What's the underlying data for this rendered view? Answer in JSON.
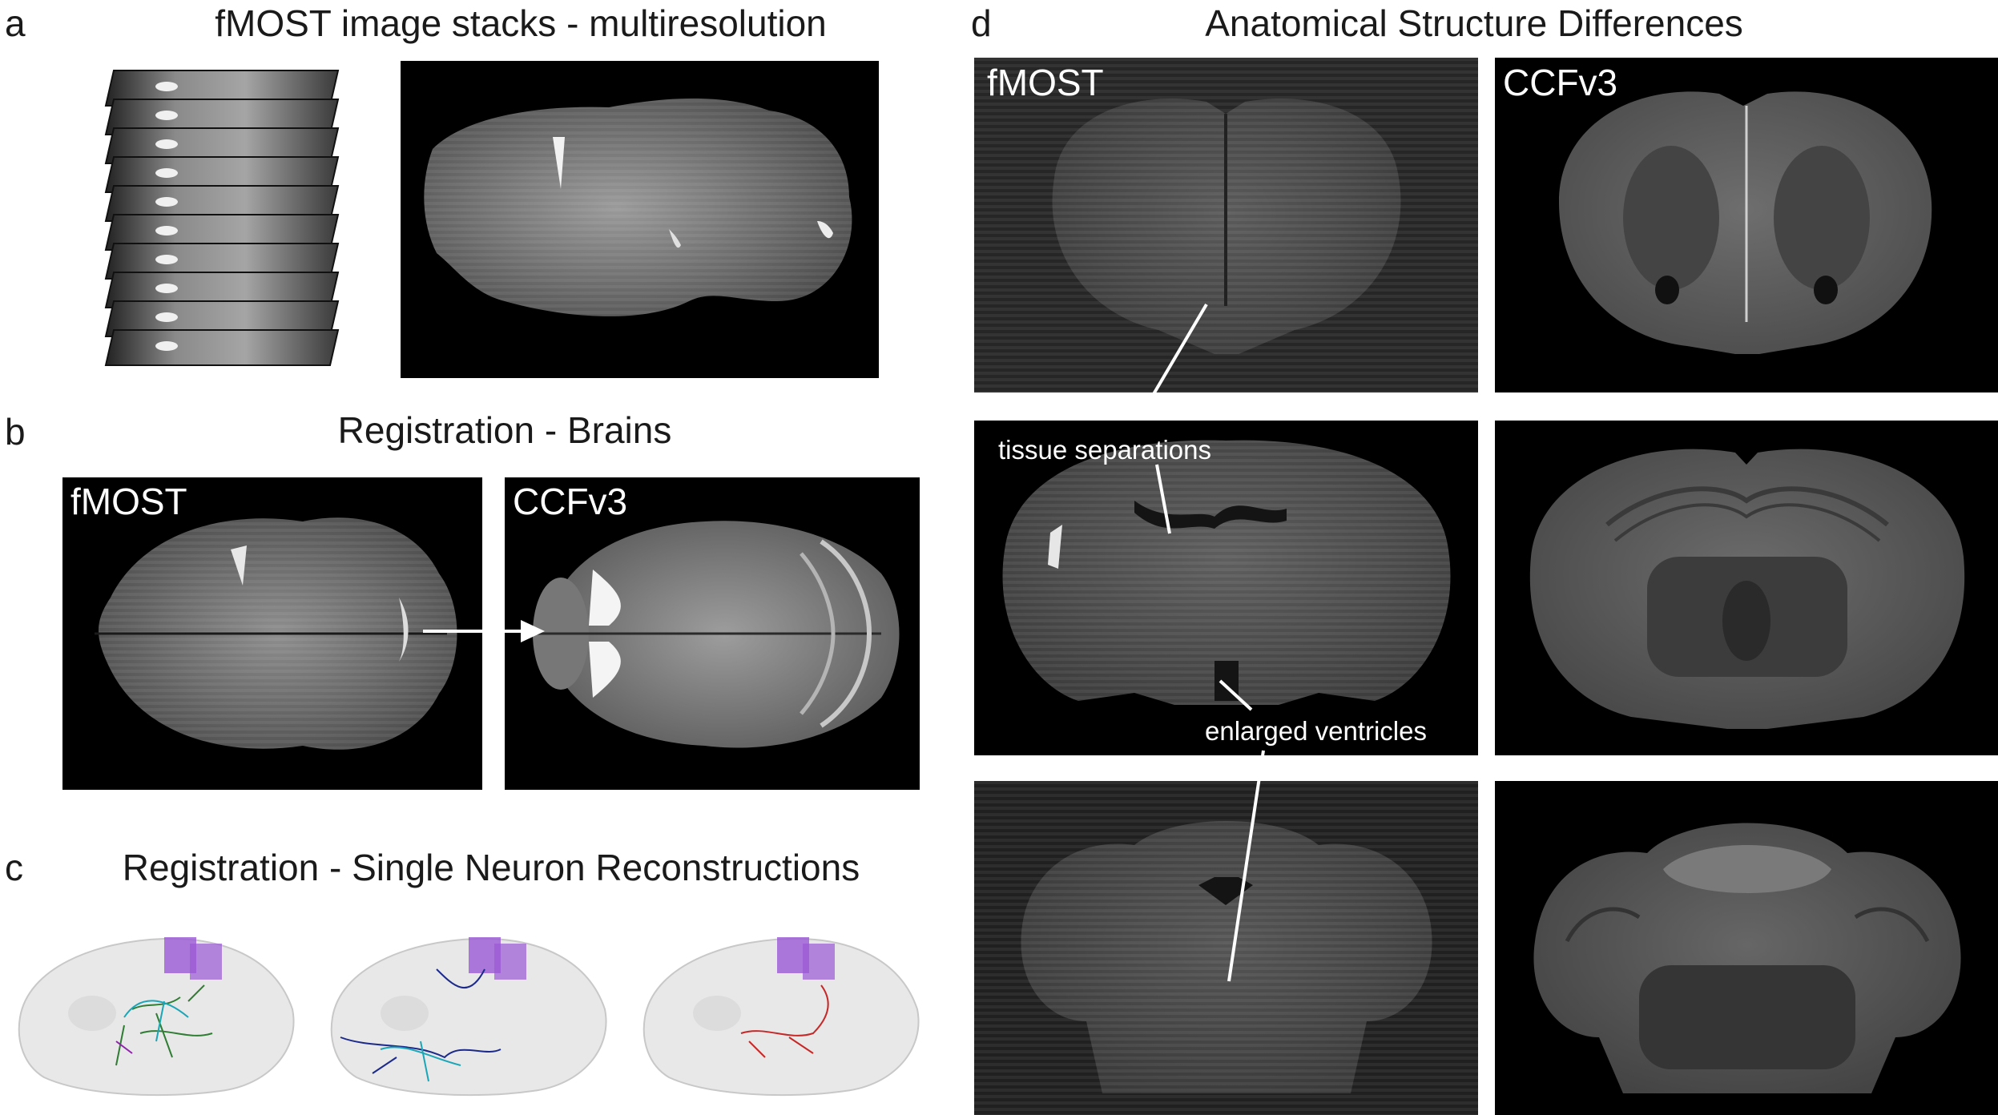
{
  "panels": {
    "a": {
      "letter": "a",
      "title": "fMOST image stacks - multiresolution"
    },
    "b": {
      "letter": "b",
      "title": "Registration - Brains",
      "left_label": "fMOST",
      "right_label": "CCFv3"
    },
    "c": {
      "letter": "c",
      "title": "Registration - Single Neuron Reconstructions"
    },
    "d": {
      "letter": "d",
      "title": "Anatomical Structure Differences",
      "left_label": "fMOST",
      "right_label": "CCFv3",
      "annotations": {
        "tissue": "tissue separations",
        "ventricles": "enlarged ventricles"
      }
    }
  },
  "colors": {
    "background": "#ffffff",
    "image_bg": "#000000",
    "neuron_green": "#2e7d32",
    "neuron_teal": "#1aa6b7",
    "neuron_navy": "#1c2a8c",
    "neuron_red": "#c62828",
    "region_purple": "#9b59d6"
  }
}
